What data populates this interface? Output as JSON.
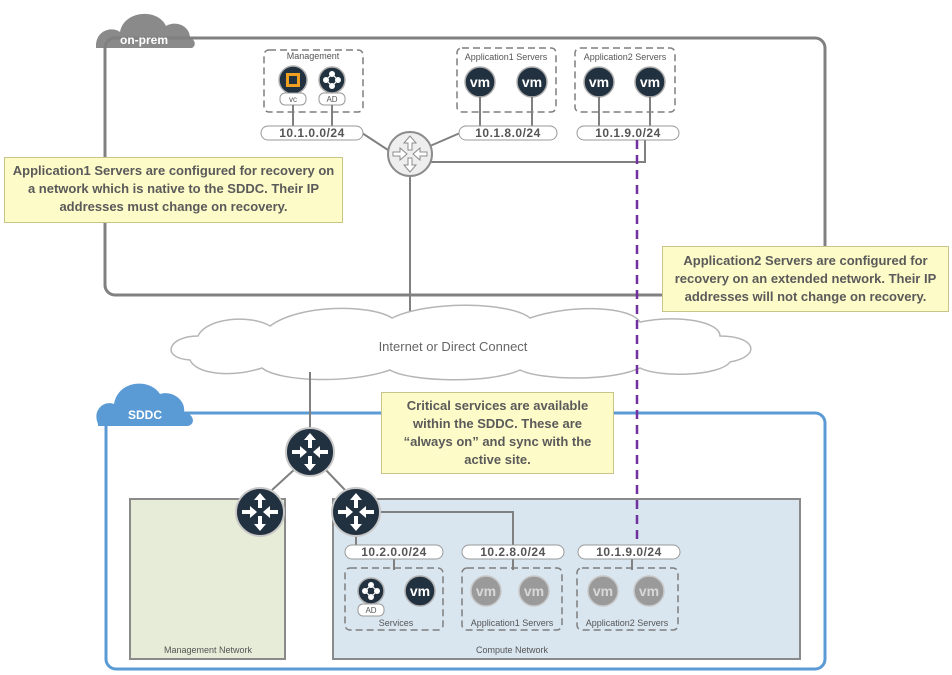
{
  "onprem": {
    "cloud_label": "on-prem",
    "management": {
      "title": "Management",
      "vc_label": "vc",
      "ad_label": "AD"
    },
    "app1": {
      "title": "Application1 Servers",
      "vm_label": "vm"
    },
    "app2": {
      "title": "Application2 Servers",
      "vm_label": "vm"
    },
    "subnets": [
      "10.1.0.0/24",
      "10.1.8.0/24",
      "10.1.9.0/24"
    ]
  },
  "internet": {
    "label": "Internet or Direct Connect"
  },
  "sddc": {
    "cloud_label": "SDDC",
    "management_network": "Management Network",
    "compute_network": "Compute Network",
    "subnets": [
      "10.2.0.0/24",
      "10.2.8.0/24",
      "10.1.9.0/24"
    ],
    "services": {
      "title": "Services",
      "ad_label": "AD",
      "vm_label": "vm"
    },
    "app1": {
      "title": "Application1 Servers",
      "vm_label": "vm"
    },
    "app2": {
      "title": "Application2 Servers",
      "vm_label": "vm"
    }
  },
  "notes": {
    "app1": "Application1 Servers are configured for recovery on a network which is native to the SDDC. Their IP addresses must change on recovery.",
    "app2": "Application2 Servers are configured for recovery on an extended network. Their IP addresses will not change on recovery.",
    "critical": "Critical services are available within the SDDC. These are “always on” and sync with the active site."
  },
  "colors": {
    "onprem_border": "#808080",
    "sddc_border": "#5b9bd5",
    "router_dark": "#22313f",
    "vm_dark": "#22313f",
    "vm_inactive": "#9a9a9a",
    "extended_network": "#7030a0",
    "management_bg": "#e6ecd7",
    "compute_bg": "#d9e6f0",
    "note_bg": "#fdfbc8"
  }
}
